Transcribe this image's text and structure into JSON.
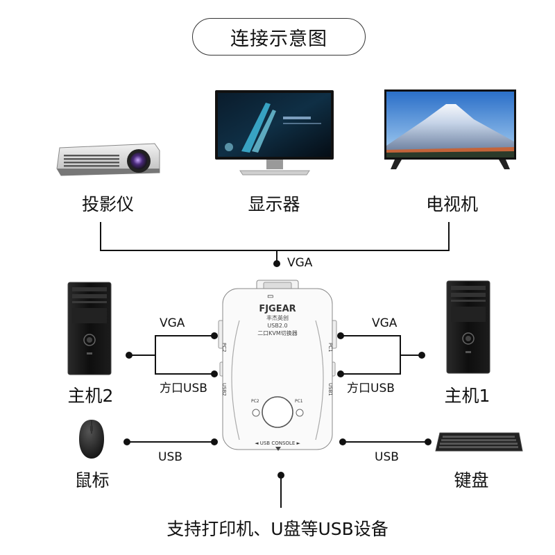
{
  "title": "连接示意图",
  "devices": {
    "projector": "投影仪",
    "monitor": "显示器",
    "tv": "电视机",
    "pc2": "主机2",
    "pc1": "主机1",
    "mouse": "鼠标",
    "keyboard": "键盘"
  },
  "connections": {
    "vga_top": "VGA",
    "vga_left": "VGA",
    "vga_right": "VGA",
    "usb_left": "方口USB",
    "usb_right": "方口USB",
    "usb_mouse": "USB",
    "usb_keyboard": "USB"
  },
  "kvm": {
    "brand": "FJGEAR",
    "brand_cn": "丰杰英创",
    "model": "USB2.0",
    "desc": "二口KVM切换器",
    "pc1_port": "PC1",
    "pc2_port": "PC2",
    "usb_left": "USB2",
    "usb_right": "USB1",
    "pc1_led": "PC1",
    "pc2_led": "PC2",
    "console": "◄ USB CONSOLE ►"
  },
  "footer": "支持打印机、U盘等USB设备"
}
